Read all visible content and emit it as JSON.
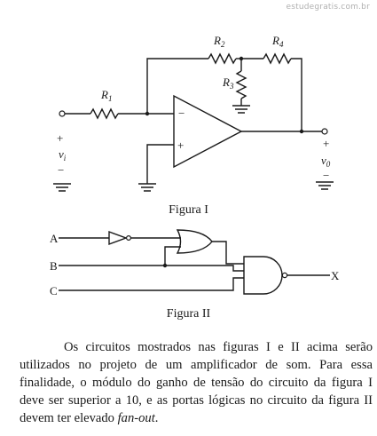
{
  "watermark": "estudegratis.com.br",
  "figure1": {
    "caption": "Figura I",
    "labels": {
      "r1": "R",
      "r1_sub": "1",
      "r2": "R",
      "r2_sub": "2",
      "r3": "R",
      "r3_sub": "3",
      "r4": "R",
      "r4_sub": "4",
      "vi": "v",
      "vi_sub": "i",
      "vo": "v",
      "vo_sub": "0",
      "plus_in": "+",
      "minus_in": "−",
      "plus_out": "+",
      "minus_out": "−",
      "opamp_minus": "−",
      "opamp_plus": "+"
    }
  },
  "figure2": {
    "caption": "Figura II",
    "inputs": {
      "a": "A",
      "b": "B",
      "c": "C"
    },
    "output": "X"
  },
  "paragraph": {
    "part1": "Os circuitos mostrados nas figuras I e II acima serão utilizados no projeto de um amplificador de som. Para essa finalidade, o módulo do ganho de tensão do circuito da figura I deve ser superior a 10, e as portas lógicas no circuito da figura II devem ter elevado ",
    "emphasis": "fan-out",
    "part2": "."
  }
}
